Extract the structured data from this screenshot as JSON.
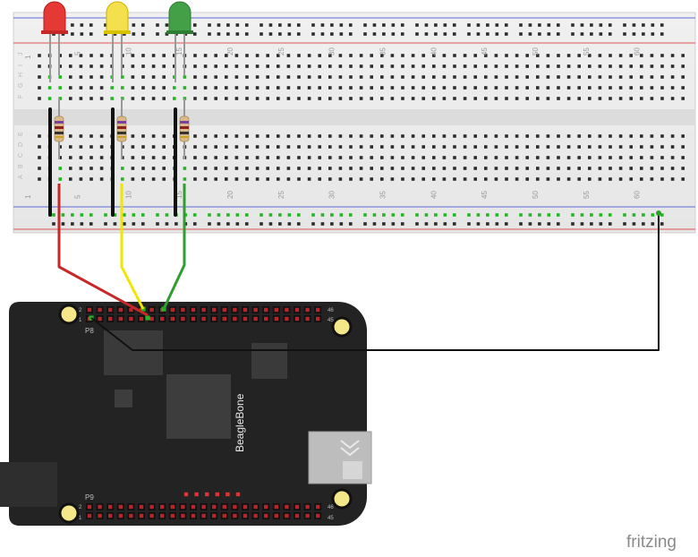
{
  "breadboard": {
    "column_labels": [
      "5",
      "10",
      "15",
      "20",
      "25",
      "30",
      "35",
      "40",
      "45",
      "50",
      "55",
      "60"
    ],
    "top_row_labels": [
      "J",
      "I",
      "H",
      "G",
      "F"
    ],
    "bottom_row_labels": [
      "E",
      "D",
      "C",
      "B",
      "A"
    ],
    "left_number_top": "1",
    "left_number_bottom": "1"
  },
  "leds": [
    {
      "color": "red",
      "hex": "#e53935"
    },
    {
      "color": "yellow",
      "hex": "#f4e04d"
    },
    {
      "color": "green",
      "hex": "#43a047"
    }
  ],
  "wires": {
    "red": "#c62828",
    "yellow": "#f2e600",
    "green": "#2e9e2e",
    "black": "#111111"
  },
  "board": {
    "name": "BeagleBone",
    "header_p8": "P8",
    "header_p9": "P9",
    "pin_2": "2",
    "pin_1": "1",
    "pin_46": "46",
    "pin_45": "45"
  },
  "brand": "fritzing"
}
